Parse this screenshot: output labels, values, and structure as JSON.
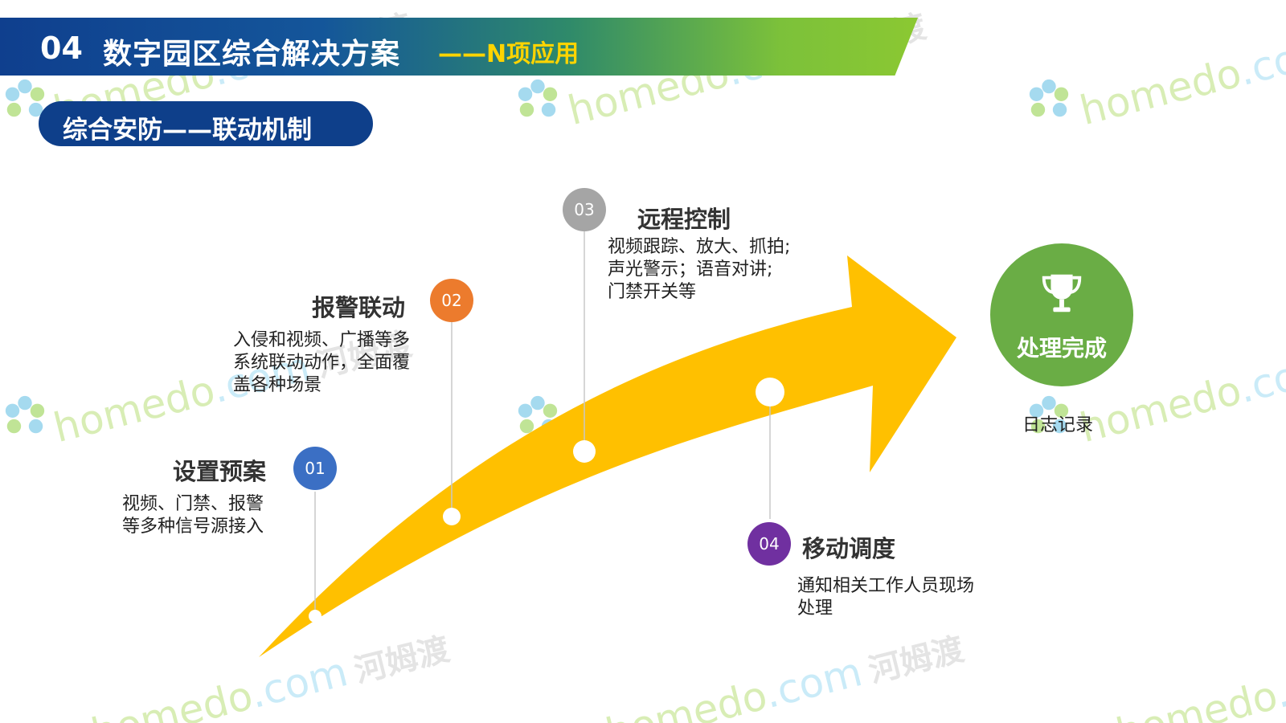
{
  "header": {
    "number": "04",
    "title": "数字园区综合解决方案",
    "subtitle": "——N项应用"
  },
  "section": {
    "title": "综合安防——联动机制"
  },
  "steps": [
    {
      "number": "01",
      "title": "设置预案",
      "desc": [
        "视频、门禁、报警",
        "等多种信号源接入"
      ],
      "color": "#3b6fc4"
    },
    {
      "number": "02",
      "title": "报警联动",
      "desc": [
        "入侵和视频、广播等多",
        "系统联动动作，全面覆",
        "盖各种场景"
      ],
      "color": "#ec7b2d"
    },
    {
      "number": "03",
      "title": "远程控制",
      "desc": [
        "视频跟踪、放大、抓拍;",
        "声光警示；语音对讲;",
        "门禁开关等"
      ],
      "color": "#a5a5a5"
    },
    {
      "number": "04",
      "title": "移动调度",
      "desc": [
        "通知相关工作人员现场",
        "处理"
      ],
      "color": "#7030a0"
    }
  ],
  "completion": {
    "label": "处理完成",
    "note": "日志记录",
    "icon": "trophy-icon",
    "color": "#6aad45"
  },
  "watermark": {
    "brand": "homedo",
    "domain": ".com",
    "cn": "河姆渡"
  },
  "colors": {
    "arrow": "#ffc000",
    "header_start": "#0f3f8e",
    "header_end": "#8bc832",
    "pill": "#0e3f8a"
  }
}
